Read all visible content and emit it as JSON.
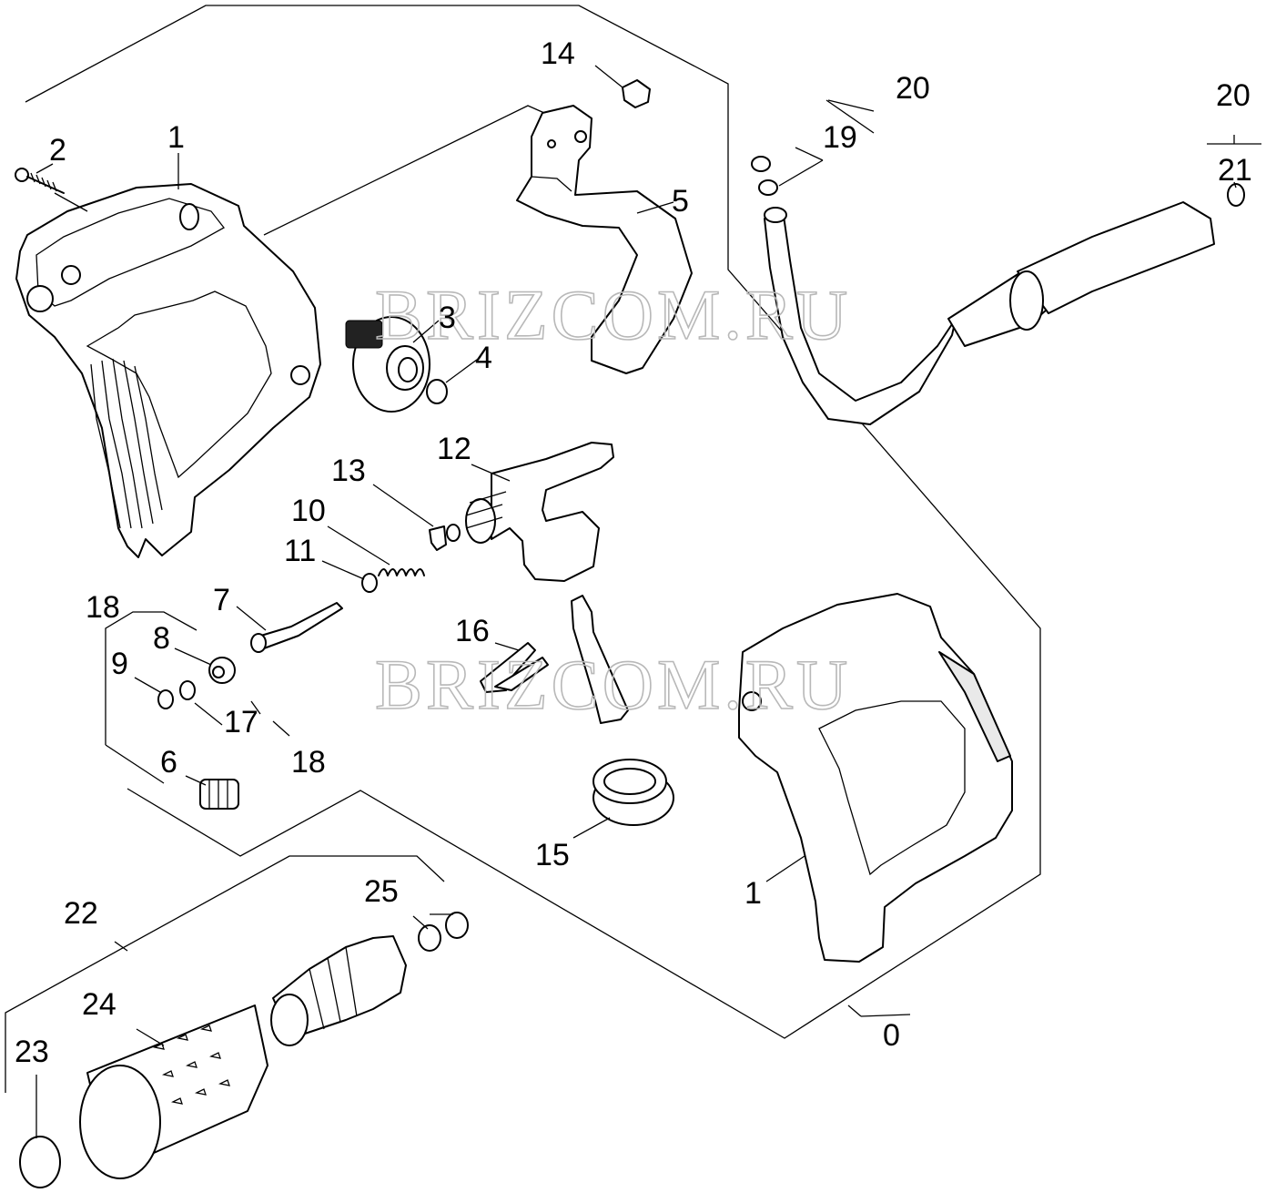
{
  "watermark": [
    "BRIZCOM.RU",
    "BRIZCOM.RU"
  ],
  "labels": {
    "l0": "0",
    "l1a": "1",
    "l1b": "1",
    "l2": "2",
    "l3": "3",
    "l4": "4",
    "l5": "5",
    "l6": "6",
    "l7": "7",
    "l8": "8",
    "l9": "9",
    "l10": "10",
    "l11": "11",
    "l12": "12",
    "l13": "13",
    "l14": "14",
    "l15": "15",
    "l16": "16",
    "l17": "17",
    "l18a": "18",
    "l18b": "18",
    "l19": "19",
    "l20a": "20",
    "l20b": "20",
    "l21": "21",
    "l22": "22",
    "l23": "23",
    "l24": "24",
    "l25": "25"
  }
}
